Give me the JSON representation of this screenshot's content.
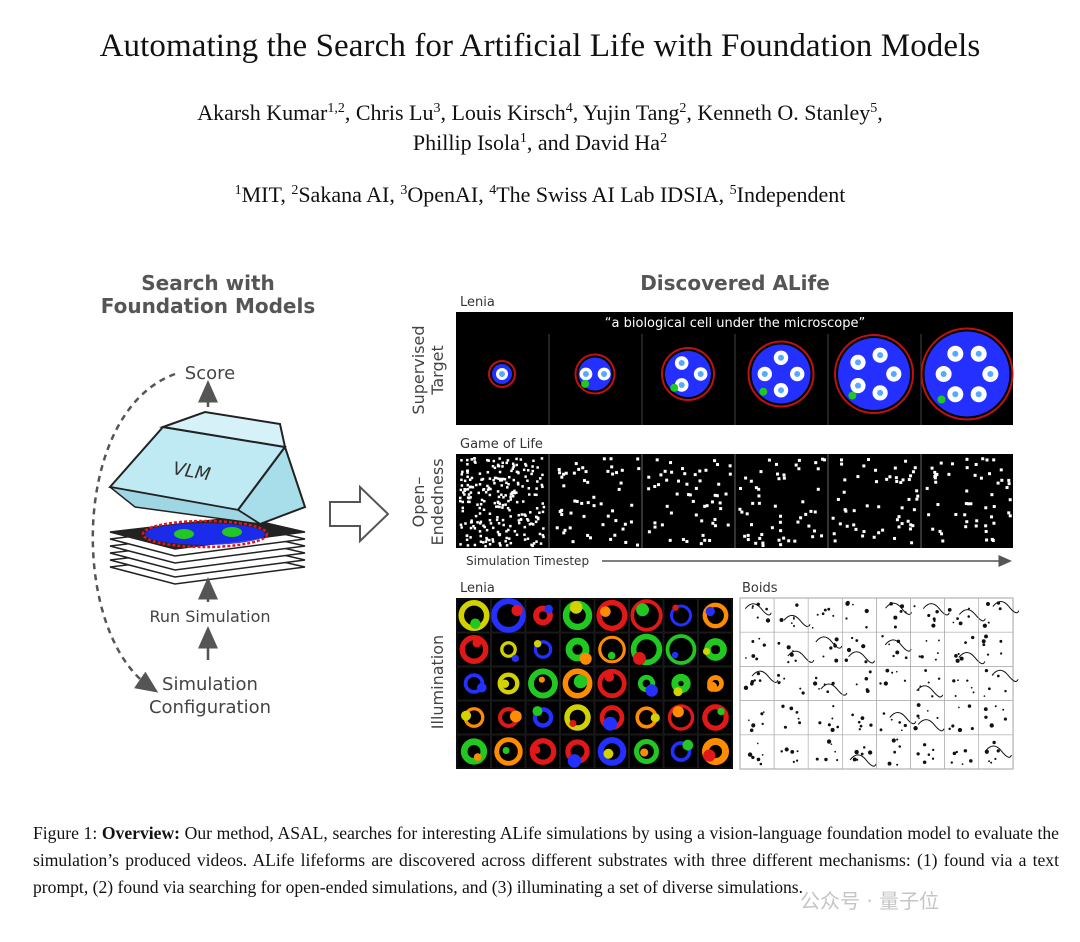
{
  "title": "Automating the Search for Artificial Life with Foundation Models",
  "authors": {
    "line1": [
      {
        "name": "Akarsh Kumar",
        "sup": "1,2",
        "sep": ", "
      },
      {
        "name": "Chris Lu",
        "sup": "3",
        "sep": ", "
      },
      {
        "name": "Louis Kirsch",
        "sup": "4",
        "sep": ", "
      },
      {
        "name": "Yujin Tang",
        "sup": "2",
        "sep": ", "
      },
      {
        "name": "Kenneth O. Stanley",
        "sup": "5",
        "sep": ","
      }
    ],
    "line2": [
      {
        "name": "Phillip Isola",
        "sup": "1",
        "sep": ", and "
      },
      {
        "name": "David Ha",
        "sup": "2",
        "sep": ""
      }
    ]
  },
  "affiliations": [
    {
      "sup": "1",
      "name": "MIT",
      "sep": ", "
    },
    {
      "sup": "2",
      "name": "Sakana AI",
      "sep": ", "
    },
    {
      "sup": "3",
      "name": "OpenAI",
      "sep": ", "
    },
    {
      "sup": "4",
      "name": "The Swiss AI Lab IDSIA",
      "sep": ", "
    },
    {
      "sup": "5",
      "name": "Independent",
      "sep": ""
    }
  ],
  "figure": {
    "left_title_1": "Search with",
    "left_title_2": "Foundation Models",
    "score_label": "Score",
    "vlm_label": "VLM",
    "run_sim_label": "Run Simulation",
    "sim_config_1": "Simulation",
    "sim_config_2": "Configuration",
    "right_title": "Discovered ALife",
    "lenia_label": "Lenia",
    "prompt_text": "“a biological cell under the microscope”",
    "supervised_1": "Supervised",
    "supervised_2": "Target",
    "gol_label": "Game of Life",
    "open_1": "Open–",
    "open_2": "Endedness",
    "timestep_label": "Simulation Timestep",
    "lenia_label_2": "Lenia",
    "boids_label": "Boids",
    "illumination_label": "Illumination"
  },
  "caption": {
    "prefix": "Figure 1: ",
    "bold": "Overview:",
    "text": " Our method, ASAL, searches for interesting ALife simulations by using a vision-language foundation model to evaluate the simulation’s produced videos. ALife lifeforms are discovered across different substrates with three different mechanisms: (1) found via a text prompt, (2) found via searching for open-ended simulations, and (3) illuminating a set of diverse simulations."
  },
  "watermark": "公众号 · 量子位",
  "colors": {
    "vlm_fill": "#bfe9f3",
    "accent_blue": "#1a2cff",
    "accent_red": "#e01818",
    "accent_green": "#22c822",
    "arrow_gray": "#555555"
  }
}
